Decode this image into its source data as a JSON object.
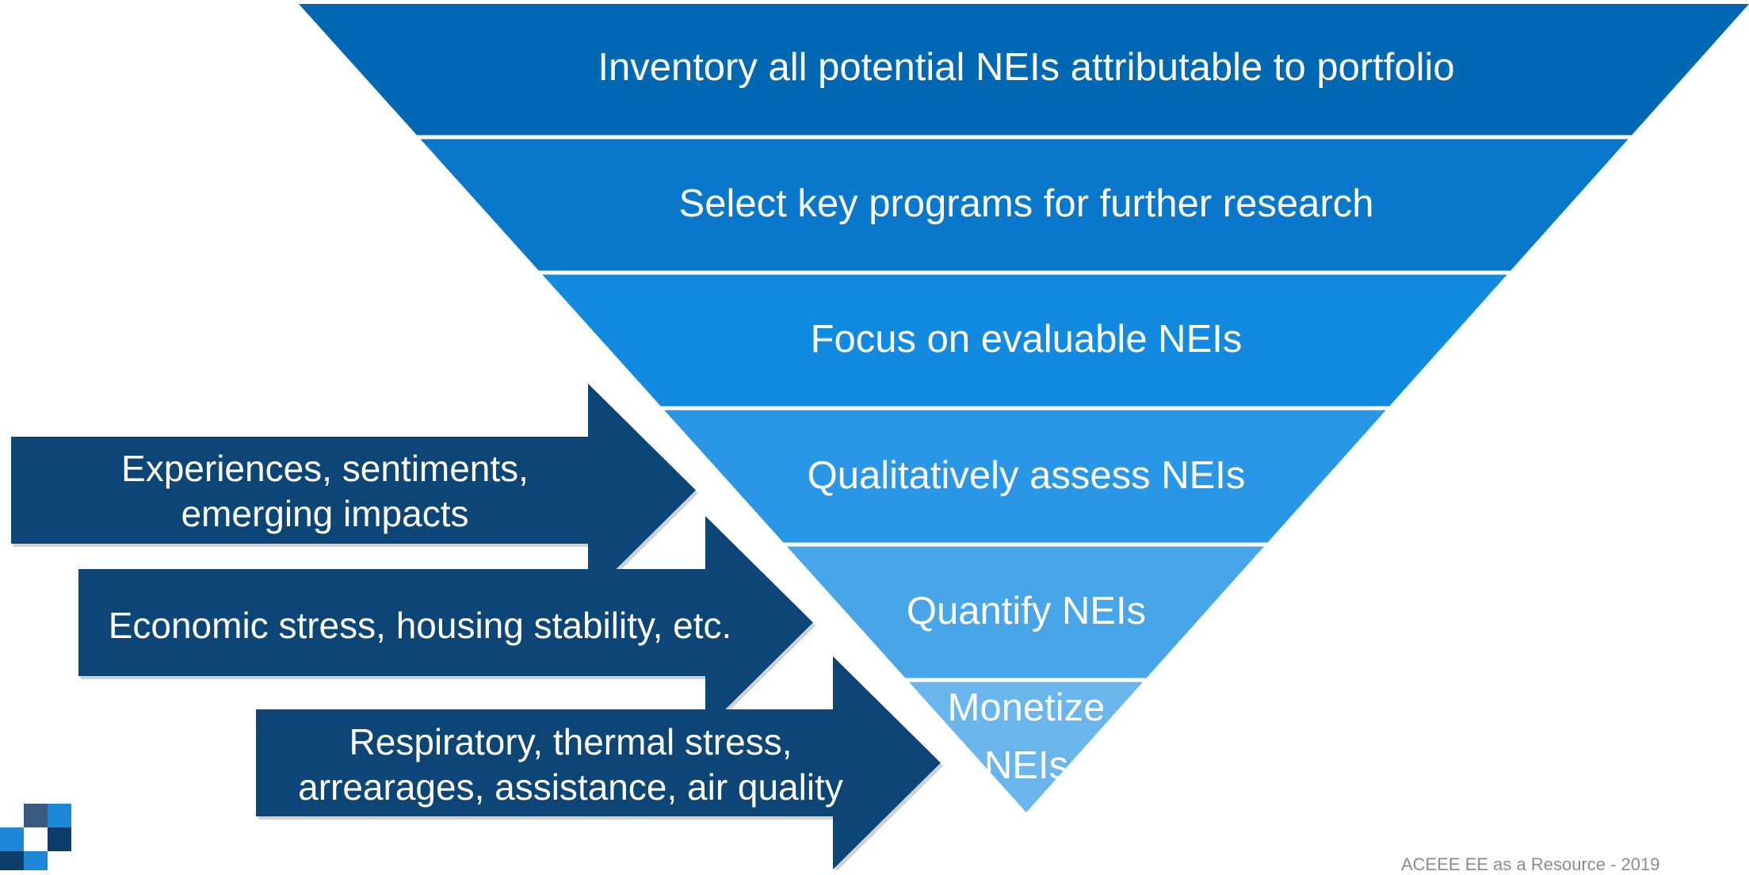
{
  "funnel": {
    "stages": [
      {
        "label": "Inventory all potential NEIs attributable to portfolio",
        "color": "#0067b3"
      },
      {
        "label": "Select key programs for further research",
        "color": "#0a78ca"
      },
      {
        "label": "Focus on evaluable NEIs",
        "color": "#128ae0"
      },
      {
        "label": "Qualitatively assess NEIs",
        "color": "#2a97e6"
      },
      {
        "label": "Quantify NEIs",
        "color": "#48a6e8"
      },
      {
        "label": "Monetize\nNEIs",
        "color": "#6ab6ec"
      }
    ]
  },
  "arrows": [
    {
      "label": "Experiences, sentiments,\nemerging impacts",
      "color": "#0d4676"
    },
    {
      "label": "Economic stress, housing stability, etc.",
      "color": "#0d4676"
    },
    {
      "label": "Respiratory, thermal stress,\narrearages, assistance, air quality",
      "color": "#0d4676"
    }
  ],
  "footer": {
    "text": "ACEEE EE as a Resource - 2019"
  },
  "logo": {
    "icon": "company-logo-squares-icon",
    "colors": [
      "#3a5a80",
      "#1e88d8",
      "#0d3e6b"
    ]
  }
}
